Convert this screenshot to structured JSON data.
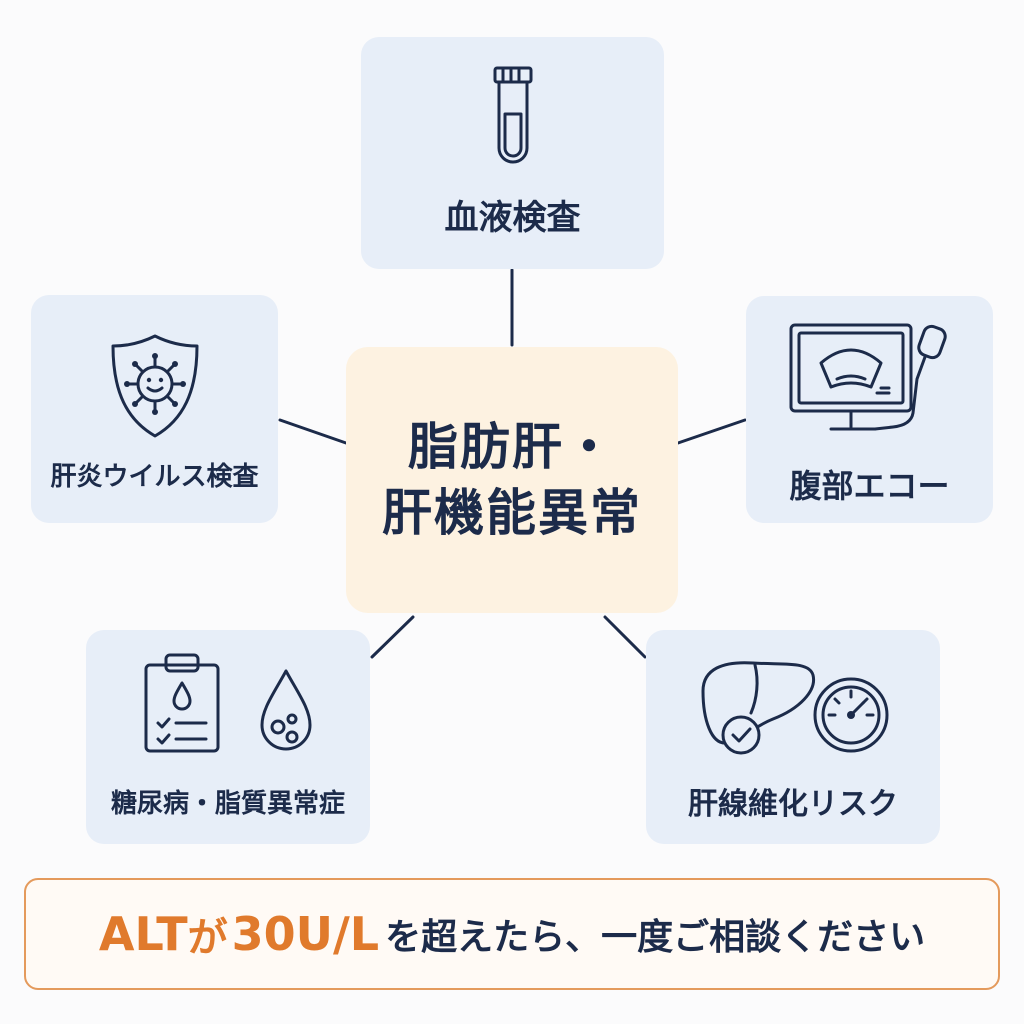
{
  "center": {
    "line1": "脂肪肝・",
    "line2": "肝機能異常"
  },
  "nodes": {
    "blood_test": {
      "label": "血液検査",
      "icon": "test-tube-icon"
    },
    "hepatitis": {
      "label": "肝炎ウイルス検査",
      "icon": "shield-virus-icon"
    },
    "ultrasound": {
      "label": "腹部エコー",
      "icon": "ultrasound-monitor-icon"
    },
    "diabetes": {
      "label": "糖尿病・脂質異常症",
      "icons": [
        "clipboard-drop-icon",
        "drop-cells-icon"
      ]
    },
    "fibrosis": {
      "label": "肝線維化リスク",
      "icons": [
        "liver-check-icon",
        "gauge-icon"
      ]
    }
  },
  "banner": {
    "highlight_alt": "ALT",
    "text_ga": "が",
    "highlight_value": "30U/L",
    "text_rest": "を超えたら、一度ご相談ください"
  },
  "colors": {
    "card": "#e7eef8",
    "center_card": "#fdf2e1",
    "ink": "#1c2b4a",
    "accent": "#e07a2c",
    "banner_border": "#e49a5c"
  }
}
